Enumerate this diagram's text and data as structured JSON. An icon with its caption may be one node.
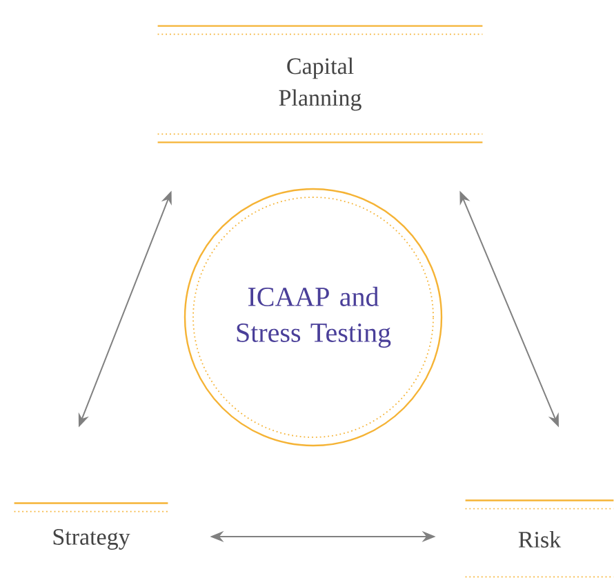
{
  "diagram": {
    "nodes": [
      {
        "text": [
          "Capital Planning"
        ]
      },
      {
        "text": [
          "ICAAP and Stress Testing"
        ]
      },
      {
        "text": [
          "Strategy"
        ]
      },
      {
        "text": [
          "Risk"
        ]
      }
    ],
    "edges": [
      {
        "from": 0,
        "to": 2,
        "arrow": "both"
      },
      {
        "from": 0,
        "to": 3,
        "arrow": "both"
      },
      {
        "from": 2,
        "to": 3,
        "arrow": "both"
      }
    ]
  }
}
